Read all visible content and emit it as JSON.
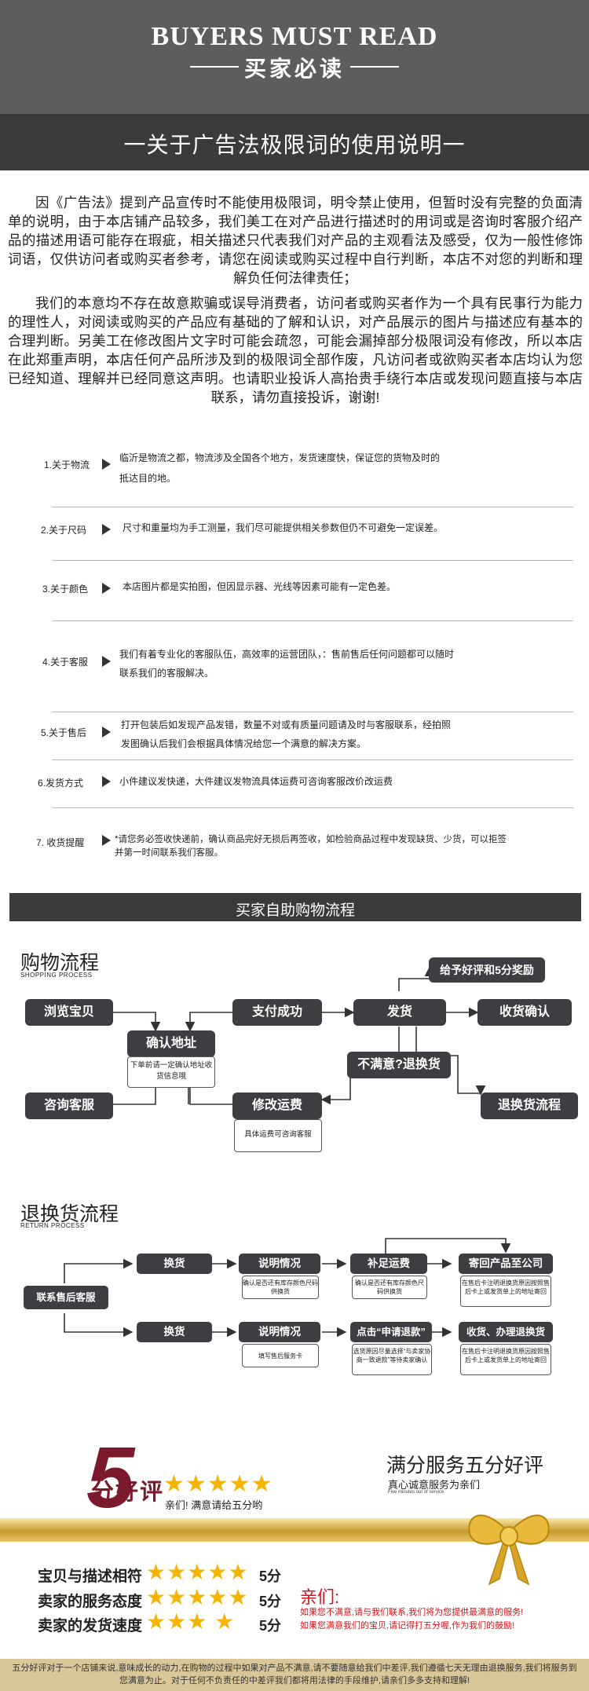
{
  "header": {
    "title_en": "BUYERS MUST READ",
    "title_cn": "买家必读",
    "subtitle": "一关于广告法极限词的使用说明一"
  },
  "intro": {
    "p1": "因《广告法》提到产品宣传时不能使用极限词，明令禁止使用，但暂时没有完整的负面清单的说明，由于本店铺产品较多，我们美工在对产品进行描述时的用词或是咨询时客服介绍产品的描述用语可能存在瑕疵，相关描述只代表我们对产品的主观看法及感受，仅为一般性修饰词语，仅供访问者或购买者参考，请您在阅读或购买过程中自行判断，本店不对您的判断和理解负任何法律责任；",
    "p2": "我们的本意均不存在故意欺骗或误导消费者，访问者或购买者作为一个具有民事行为能力的理性人，对阅读或购买的产品应有基础的了解和认识，对产品展示的图片与描述应有基本的合理判断。另美工在修改图片文字时可能会疏忽，可能会漏掉部分极限词没有修改，所以本店在此郑重声明，本店任何产品所涉及到的极限词全部作废，凡访问者或欲购买者本店均认为您已经知道、理解并已经同意这声明。也请职业投诉人高抬贵手绕行本店或发现问题直接与本店联系，请勿直接投诉，谢谢!"
  },
  "notices": [
    {
      "label": "1.关于物流",
      "line1": "临沂是物流之都，物流涉及全国各个地方，发货速度快，保证您的货物及时的",
      "line2": "抵达目的地。"
    },
    {
      "label": "2.关于尺码",
      "line1": "尺寸和重量均为手工测量，我们尽可能提供相关参数但仍不可避免一定误差。",
      "line2": ""
    },
    {
      "label": "3.关于颜色",
      "line1": "本店图片都是实拍图，但因显示器、光线等因素可能有一定色差。",
      "line2": ""
    },
    {
      "label": "4.关于客服",
      "line1": "我们有着专业化的客服队伍，高效率的运营团队，：售前售后任何问题都可以随时",
      "line2": "联系我们的客服解决。"
    },
    {
      "label": "5.关于售后",
      "line1": "打开包装后如发现产品发错，数量不对或有质量问题请及时与客服联系，经拍照",
      "line2": "发图确认后我们会根据具体情况给您一个满意的解决方案。"
    },
    {
      "label": "6.发货方式",
      "line1": "小件建议发快递，大件建议发物流具体运费可咨询客服改价改运费",
      "line2": ""
    },
    {
      "label": "7. 收货提醒",
      "line1": "*请您务必签收快递前，确认商品完好无损后再签收，如检验商品过程中发现缺货、少货，可以拒签",
      "line2": "并第一时间联系我们客服。"
    }
  ],
  "selfhelp": {
    "title": "买家自助购物流程"
  },
  "shopping": {
    "title": "购物流程",
    "subtitle": "SHOPPING PROCESS",
    "browse": "浏览宝贝",
    "consult": "咨询客服",
    "confirm_addr": "确认地址",
    "confirm_note": "下单前请一定确认地址收货信息哦",
    "pay": "支付成功",
    "modify_fee": "修改运费",
    "fee_note": "具体运费可咨询客服",
    "ship": "发货",
    "unsatisfied": "不满意?退换货",
    "receive": "收货确认",
    "reward": "给予好评和5分奖励",
    "return_flow": "退换货流程"
  },
  "returns": {
    "title": "退换货流程",
    "subtitle": "RETURN PROCESS",
    "contact": "联系售后客服",
    "exchange1": "换货",
    "explain1": "说明情况",
    "explain1_note": "确认是否还有库存颜色尺码供换货",
    "pay_shipping": "补足运费",
    "pay_note": "确认是否还有库存颜色尺码供换货",
    "send_back": "寄回产品至公司",
    "send_note": "在售后卡注明退换货原因按照售后卡上或发货单上的地址寄回",
    "exchange2": "换货",
    "explain2": "说明情况",
    "explain2_note": "填写售后服务卡",
    "apply": "点击“申请退款”",
    "apply_note": "选货原因尽量选择“与卖家协商一致退款”等待卖家确认",
    "refund": "收货、办理退换货",
    "refund_note": "在售后卡注明退换货原因按照售后卡上或发货单上的地址寄回"
  },
  "rating": {
    "big": "5",
    "good": "分好评",
    "stars": "★★★★★",
    "kind": "亲们! 满意请给五分哟",
    "slogan": "满分服务五分好评",
    "slogan_sub": "真心诚意服务为亲们",
    "slogan_en": "Five minutes out of service",
    "rows": [
      {
        "label": "宝贝与描述相符",
        "stars": "★★★★★",
        "score": "5分"
      },
      {
        "label": "卖家的服务态度",
        "stars": "★★★★★",
        "score": "5分"
      },
      {
        "label": "卖家的发货速度",
        "stars": "★★★ ★",
        "score": "5分"
      }
    ],
    "dear": "亲们:",
    "msg1": "如果您不满意,请与我们联系,我们将为您提供最满意的服务!",
    "msg2": "如果您满意我们的宝贝,请记得打五分喔,作为我们的鼓励!"
  },
  "footer": {
    "text": "五分好评对于一个店铺来说,意味成长的动力,在购物的过程中如果对产品不满意,请不要随意给我们中差评,我们遵循七天无理由退换服务,我们将服务到您满意为止。对于任何不负责任的中差评我们都将用法律的手段维护,请亲们多多支持和理解!"
  }
}
